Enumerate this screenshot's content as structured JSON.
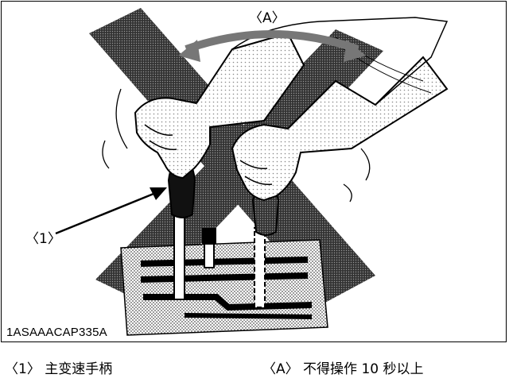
{
  "figure": {
    "id": "1ASAAACAP335A",
    "callouts": {
      "part_1": "〈1〉",
      "action_a": "〈A〉"
    }
  },
  "captions": [
    {
      "key": "〈1〉",
      "text": "主变速手柄"
    },
    {
      "key": "〈A〉",
      "text": "不得操作 10 秒以上"
    }
  ],
  "colors": {
    "line": "#000000",
    "background": "#ffffff",
    "prohibition_cross": "#6e6e6e"
  }
}
